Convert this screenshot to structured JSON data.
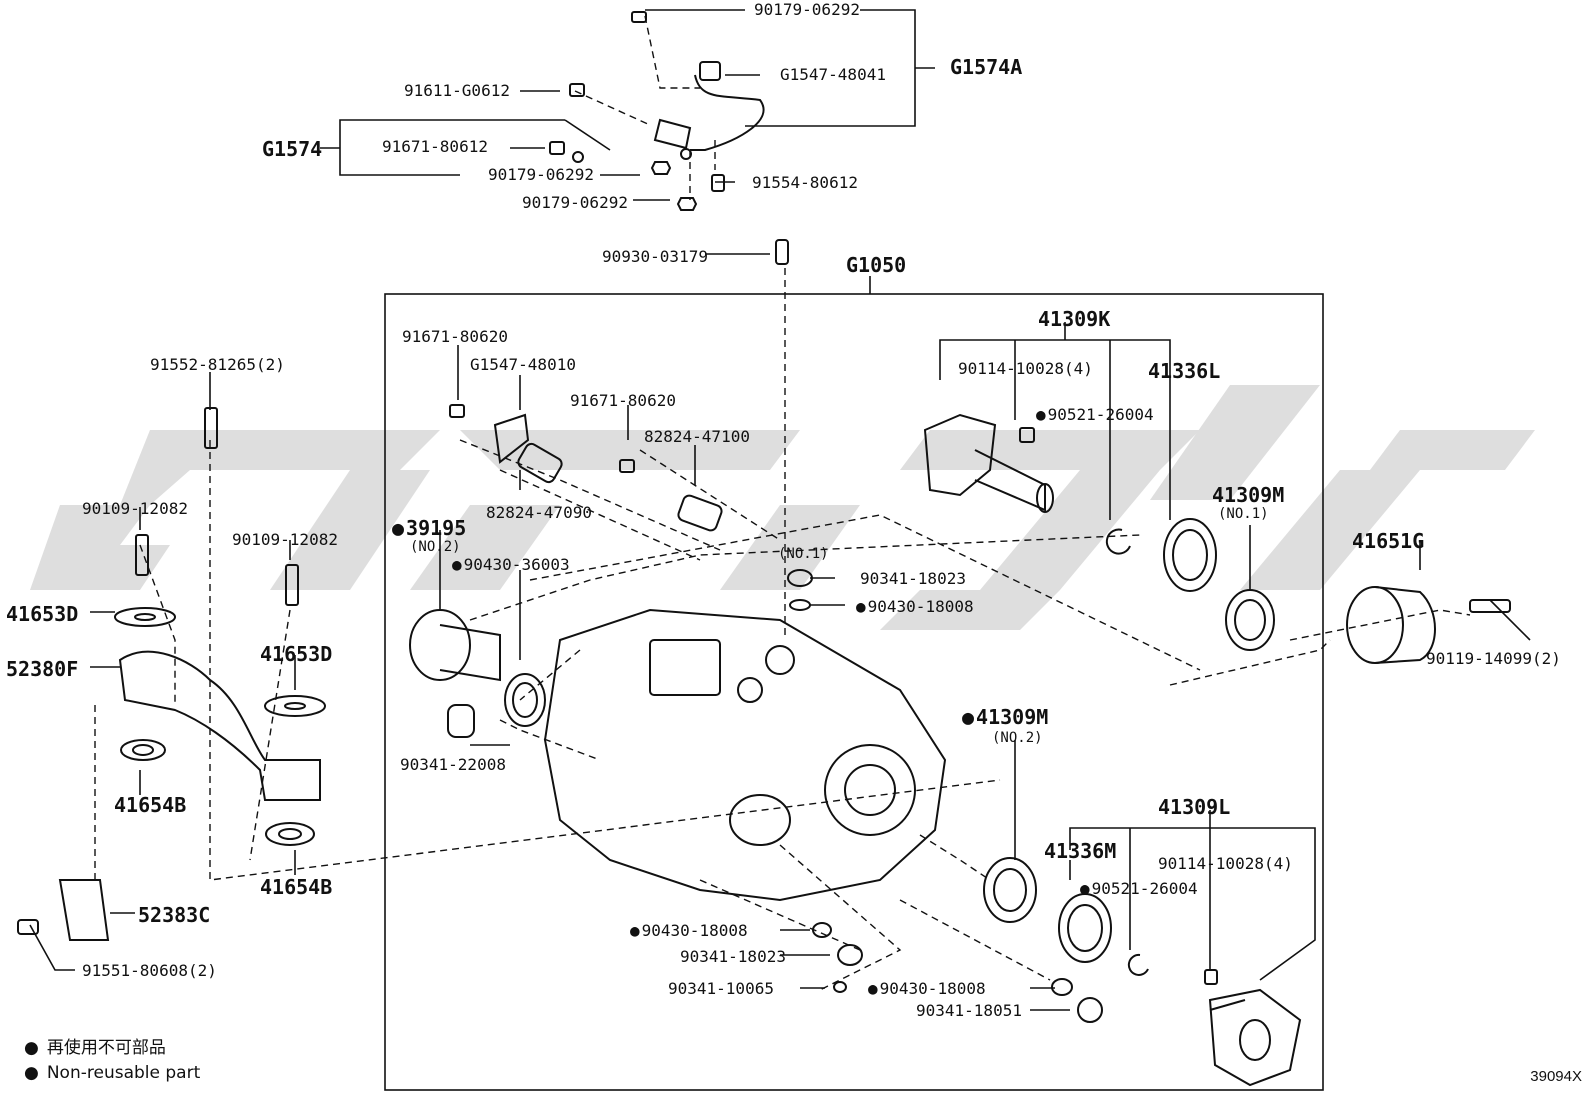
{
  "colors": {
    "line": "#111111",
    "watermark": "#dedede",
    "background": "#ffffff"
  },
  "labels": {
    "g1574a": "G1574A",
    "g1574": "G1574",
    "p_90179_top": "90179-06292",
    "p_g1547_48041": "G1547-48041",
    "p_91611_g0612": "91611-G0612",
    "p_91671_80612": "91671-80612",
    "p_90179_mid": "90179-06292",
    "p_91554_80612": "91554-80612",
    "p_90179_low": "90179-06292",
    "p_90930_03179": "90930-03179",
    "g1050": "G1050",
    "p_91552": "91552-81265(2)",
    "p_90109_a": "90109-12082",
    "p_90109_b": "90109-12082",
    "p_41653d_a": "41653D",
    "p_41653d_b": "41653D",
    "p_52380f": "52380F",
    "p_41654b_a": "41654B",
    "p_41654b_b": "41654B",
    "p_52383c": "52383C",
    "p_91551": "91551-80608(2)",
    "p_91671_80620_a": "91671-80620",
    "p_g1547_48010": "G1547-48010",
    "p_91671_80620_b": "91671-80620",
    "p_82824_47100": "82824-47100",
    "p_82824_47090": "82824-47090",
    "p_39195": "39195",
    "p_39195_sub": "(NO.2)",
    "p_90430_36003": "90430-36003",
    "p_no1": "(NO.1)",
    "p_90341_18023_top": "90341-18023",
    "p_90430_18008_top": "90430-18008",
    "p_90341_22008": "90341-22008",
    "p_41309k": "41309K",
    "p_90114_top": "90114-10028(4)",
    "p_41336l": "41336L",
    "p_90521_top": "90521-26004",
    "p_41309m_1": "41309M",
    "p_41309m_1_sub": "(NO.1)",
    "p_41651g": "41651G",
    "p_90119": "90119-14099(2)",
    "p_41309m_2": "41309M",
    "p_41309m_2_sub": "(NO.2)",
    "p_41309l": "41309L",
    "p_41336m": "41336M",
    "p_90114_bot": "90114-10028(4)",
    "p_90521_bot": "90521-26004",
    "p_90430_18008_mid": "90430-18008",
    "p_90341_18023_mid": "90341-18023",
    "p_90341_10065": "90341-10065",
    "p_90430_18008_bot": "90430-18008",
    "p_90341_18051": "90341-18051"
  },
  "legend": {
    "line1": "再使用不可部品",
    "line2": "Non-reusable part"
  },
  "figure_number": "39094X"
}
